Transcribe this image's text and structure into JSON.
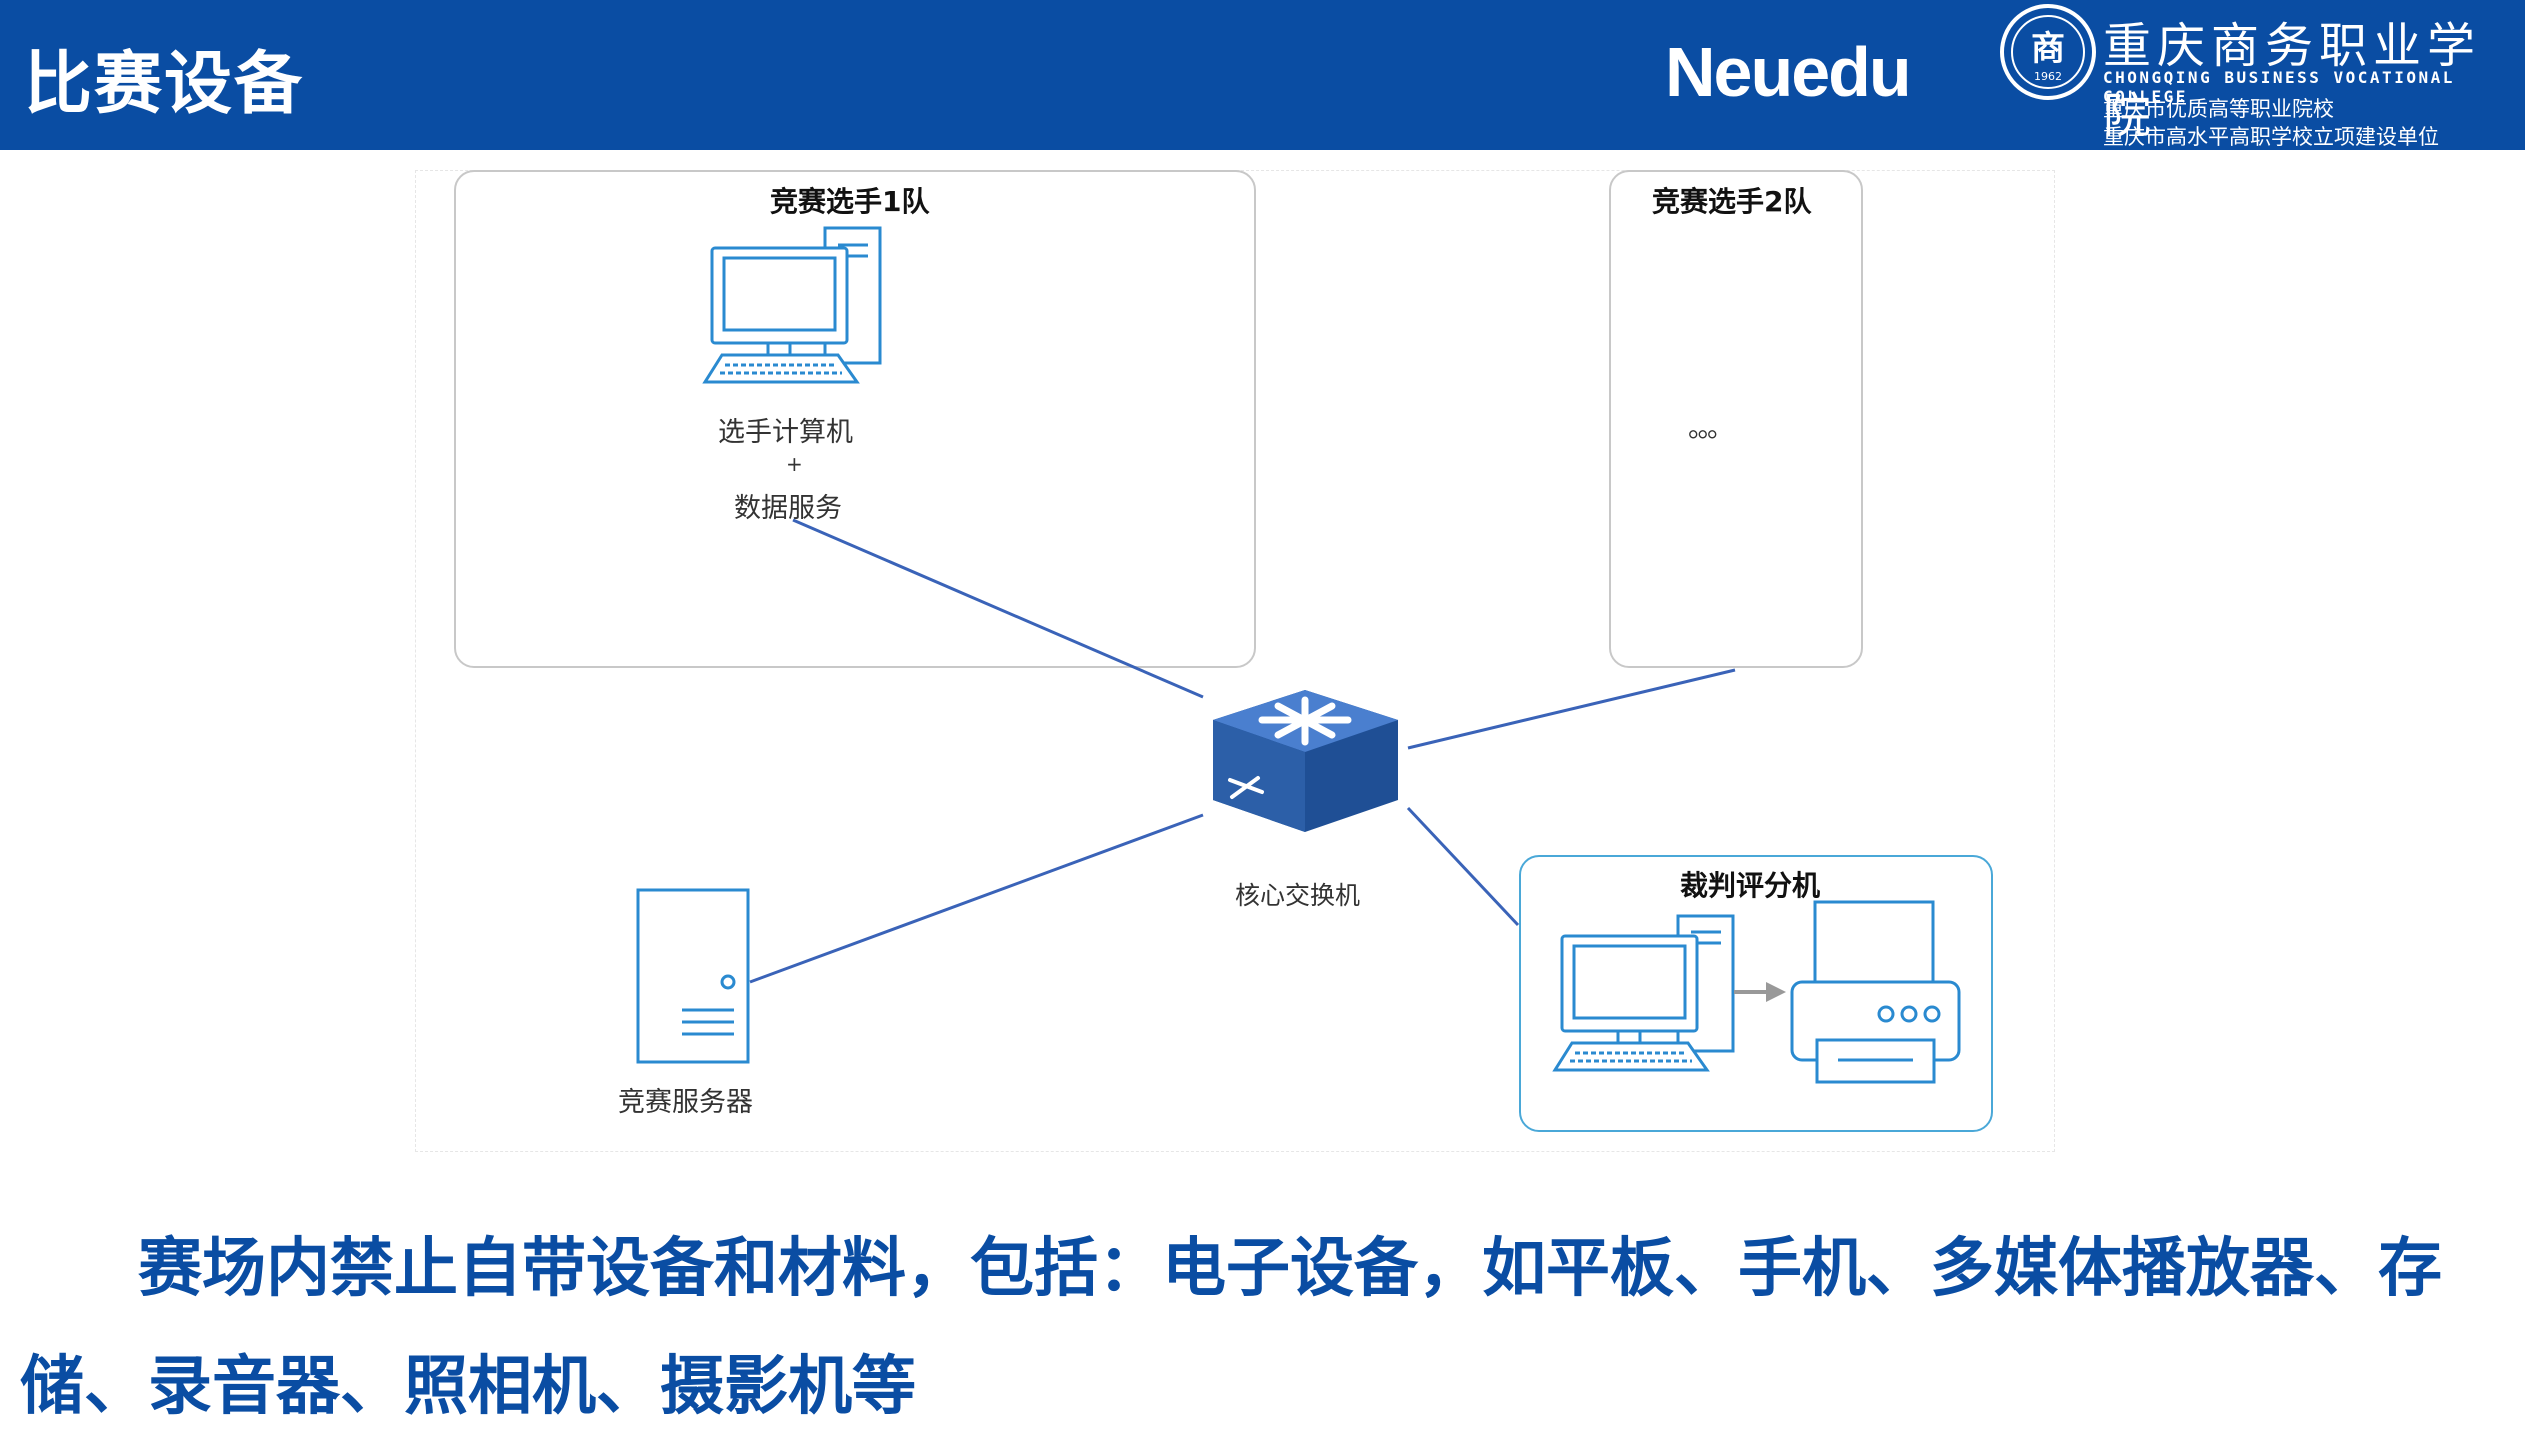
{
  "header": {
    "slide_title": "比赛设备",
    "brand": "Neuedu",
    "college_name_cn": "重庆商务职业学院",
    "college_name_en": "CHONGQING BUSINESS VOCATIONAL COLLEGE",
    "college_tag_1": "重庆市优质高等职业院校",
    "college_tag_2": "重庆市高水平高职学校立项建设单位",
    "seal_char": "商",
    "seal_year": "1962"
  },
  "diagram": {
    "team1": {
      "title": "竞赛选手1队",
      "node_line1": "选手计算机",
      "node_plus": "+",
      "node_line2": "数据服务"
    },
    "team2": {
      "title": "竞赛选手2队",
      "ellipsis": "。。。"
    },
    "switch_label": "核心交换机",
    "server_label": "竞赛服务器",
    "judge": {
      "title": "裁判评分机"
    },
    "colors": {
      "line": "#3a63b8",
      "device_stroke": "#2a8ad0",
      "switch_blue": "#2c5fa8"
    }
  },
  "notice": "赛场内禁止自带设备和材料，包括：电子设备，如平板、手机、多媒体播放器、存储、录音器、照相机、摄影机等"
}
